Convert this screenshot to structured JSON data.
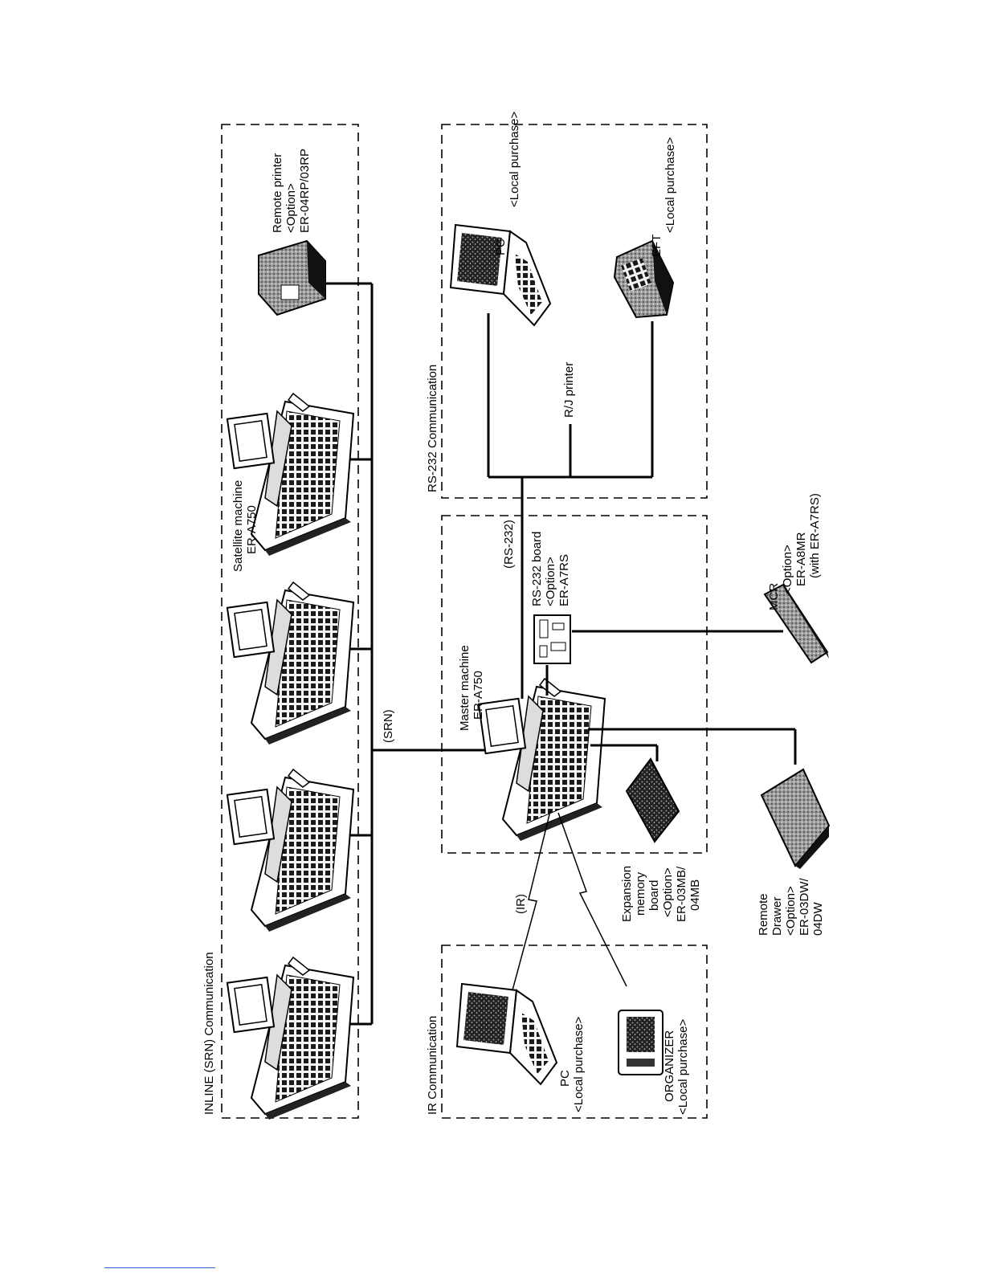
{
  "sections": {
    "inline": "INLINE (SRN) Communication",
    "rs232": "RS-232 Communication",
    "ir": "IR Communication"
  },
  "links": {
    "srn": "(SRN)",
    "rs232": "(RS-232)",
    "ir": "(IR)"
  },
  "devices": {
    "satellite": [
      "Satellite machine",
      "ER-A750"
    ],
    "remote_printer": [
      "Remote printer",
      "<Option>",
      "ER-04RP/03RP"
    ],
    "master": [
      "Master machine",
      "ER-A750"
    ],
    "rs232_board": [
      "RS-232 board",
      "<Option>",
      "ER-A7RS"
    ],
    "pc_rs": [
      "PC",
      "<Local purchase>"
    ],
    "rj_printer": [
      "R/J printer"
    ],
    "eft": [
      "EFT",
      "<Local purchase>"
    ],
    "mcr": [
      "MCR",
      "<Option>",
      "ER-A8MR",
      "(with ER-A7RS)"
    ],
    "expansion": [
      "Expansion",
      "memory",
      "board",
      "<Option>",
      "ER-03MB/",
      "04MB"
    ],
    "remote_drawer": [
      "Remote",
      "Drawer",
      "<Option>",
      "ER-03DW/",
      "04DW"
    ],
    "pc_ir": [
      "PC",
      "<Local purchase>"
    ],
    "organizer": [
      "ORGANIZER",
      "<Local purchase>"
    ]
  }
}
